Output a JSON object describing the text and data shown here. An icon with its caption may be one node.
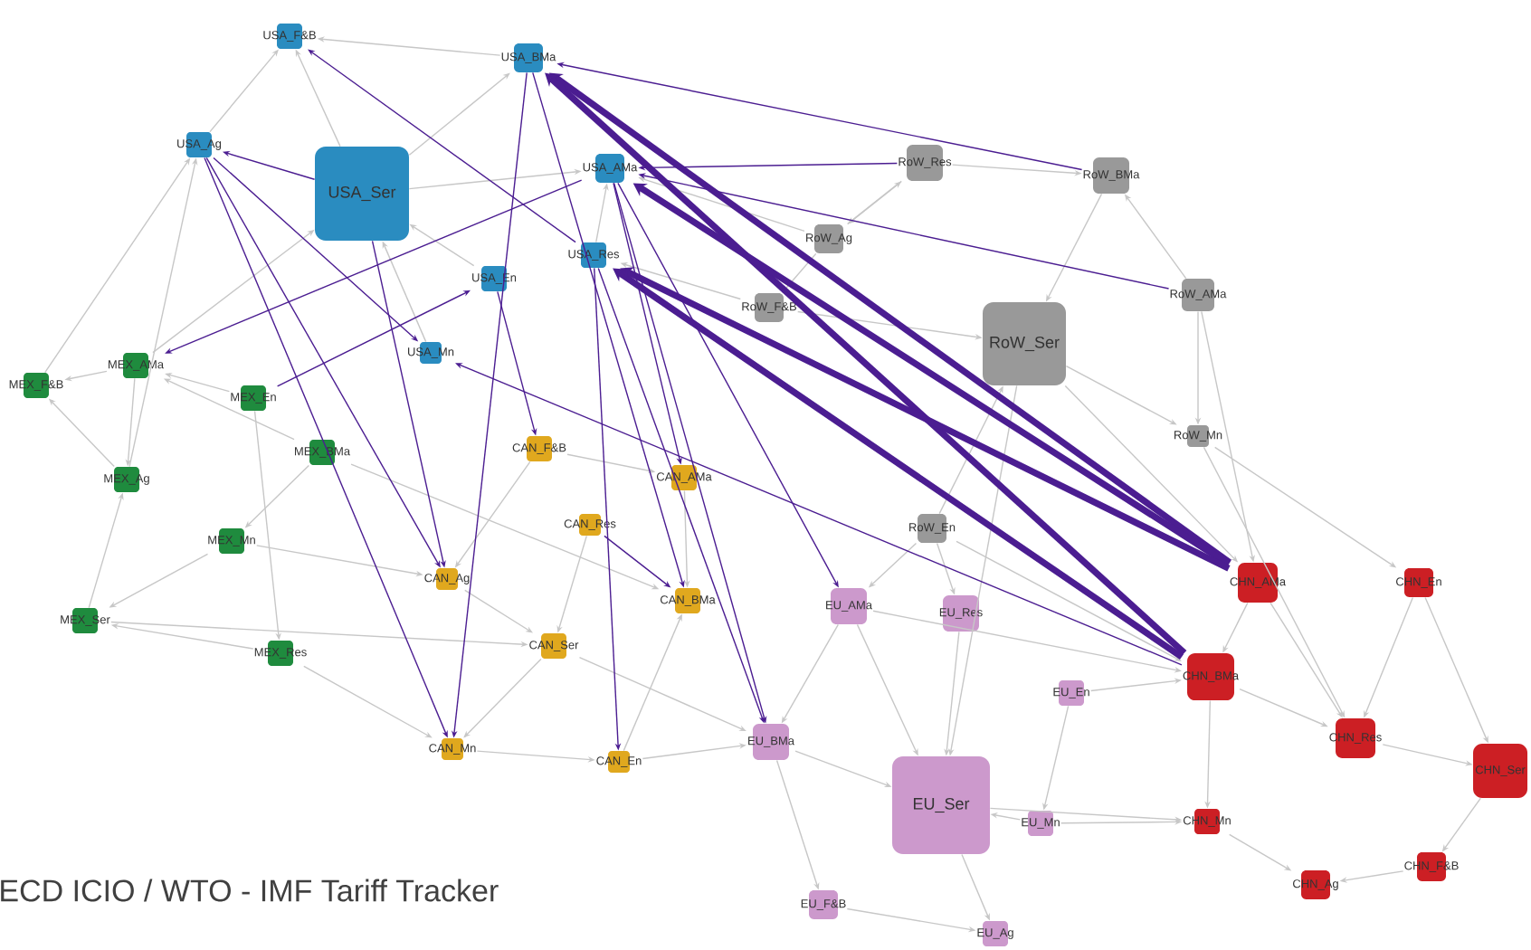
{
  "diagram": {
    "nodes": [
      {
        "text": [
          "USA_F&B"
        ]
      },
      {
        "text": [
          "USA_Ag"
        ]
      },
      {
        "text": [
          "USA_Ser"
        ]
      },
      {
        "text": [
          "USA_BMa"
        ]
      },
      {
        "text": [
          "USA_AMa"
        ]
      },
      {
        "text": [
          "USA_Res"
        ]
      },
      {
        "text": [
          "USA_En"
        ]
      },
      {
        "text": [
          "USA_Mn"
        ]
      },
      {
        "text": [
          "MEX_F&B"
        ]
      },
      {
        "text": [
          "MEX_AMa"
        ]
      },
      {
        "text": [
          "MEX_En"
        ]
      },
      {
        "text": [
          "MEX_BMa"
        ]
      },
      {
        "text": [
          "MEX_Ag"
        ]
      },
      {
        "text": [
          "MEX_Mn"
        ]
      },
      {
        "text": [
          "MEX_Ser"
        ]
      },
      {
        "text": [
          "MEX_Res"
        ]
      },
      {
        "text": [
          "CAN_F&B"
        ]
      },
      {
        "text": [
          "CAN_AMa"
        ]
      },
      {
        "text": [
          "CAN_Res"
        ]
      },
      {
        "text": [
          "CAN_Ag"
        ]
      },
      {
        "text": [
          "CAN_BMa"
        ]
      },
      {
        "text": [
          "CAN_Ser"
        ]
      },
      {
        "text": [
          "CAN_Mn"
        ]
      },
      {
        "text": [
          "CAN_En"
        ]
      },
      {
        "text": [
          "RoW_Res"
        ]
      },
      {
        "text": [
          "RoW_BMa"
        ]
      },
      {
        "text": [
          "RoW_Ag"
        ]
      },
      {
        "text": [
          "RoW_AMa"
        ]
      },
      {
        "text": [
          "RoW_F&B"
        ]
      },
      {
        "text": [
          "RoW_Ser"
        ]
      },
      {
        "text": [
          "RoW_Mn"
        ]
      },
      {
        "text": [
          "RoW_En"
        ]
      },
      {
        "text": [
          "EU_AMa"
        ]
      },
      {
        "text": [
          "EU_Res"
        ]
      },
      {
        "text": [
          "EU_BMa"
        ]
      },
      {
        "text": [
          "EU_En"
        ]
      },
      {
        "text": [
          "EU_Ser"
        ]
      },
      {
        "text": [
          "EU_Mn"
        ]
      },
      {
        "text": [
          "EU_F&B"
        ]
      },
      {
        "text": [
          "EU_Ag"
        ]
      },
      {
        "text": [
          "CHN_AMa"
        ]
      },
      {
        "text": [
          "CHN_En"
        ]
      },
      {
        "text": [
          "CHN_BMa"
        ]
      },
      {
        "text": [
          "CHN_Res"
        ]
      },
      {
        "text": [
          "CHN_Ser"
        ]
      },
      {
        "text": [
          "CHN_Mn"
        ]
      },
      {
        "text": [
          "CHN_F&B"
        ]
      },
      {
        "text": [
          "CHN_Ag"
        ]
      }
    ],
    "edges": [
      {
        "from": 2,
        "to": 0,
        "arrow": "to"
      },
      {
        "from": 2,
        "to": 3,
        "arrow": "to"
      },
      {
        "from": 2,
        "to": 4,
        "arrow": "to"
      },
      {
        "from": 3,
        "to": 0,
        "arrow": "to"
      },
      {
        "from": 1,
        "to": 0,
        "arrow": "to"
      },
      {
        "from": 5,
        "to": 4,
        "arrow": "to"
      },
      {
        "from": 6,
        "to": 2,
        "arrow": "to"
      },
      {
        "from": 7,
        "to": 2,
        "arrow": "to"
      },
      {
        "from": 9,
        "to": 8,
        "arrow": "to"
      },
      {
        "from": 10,
        "to": 9,
        "arrow": "to"
      },
      {
        "from": 11,
        "to": 9,
        "arrow": "to"
      },
      {
        "from": 12,
        "to": 8,
        "arrow": "to"
      },
      {
        "from": 13,
        "to": 14,
        "arrow": "to"
      },
      {
        "from": 15,
        "to": 14,
        "arrow": "to"
      },
      {
        "from": 14,
        "to": 12,
        "arrow": "to"
      },
      {
        "from": 11,
        "to": 13,
        "arrow": "to"
      },
      {
        "from": 10,
        "to": 15,
        "arrow": "to"
      },
      {
        "from": 9,
        "to": 12,
        "arrow": "to"
      },
      {
        "from": 16,
        "to": 17,
        "arrow": "to"
      },
      {
        "from": 18,
        "to": 21,
        "arrow": "to"
      },
      {
        "from": 19,
        "to": 21,
        "arrow": "to"
      },
      {
        "from": 21,
        "to": 22,
        "arrow": "to"
      },
      {
        "from": 23,
        "to": 20,
        "arrow": "to"
      },
      {
        "from": 17,
        "to": 20,
        "arrow": "to"
      },
      {
        "from": 16,
        "to": 19,
        "arrow": "to"
      },
      {
        "from": 22,
        "to": 23,
        "arrow": "to"
      },
      {
        "from": 24,
        "to": 25,
        "arrow": "to"
      },
      {
        "from": 26,
        "to": 24,
        "arrow": "to"
      },
      {
        "from": 27,
        "to": 25,
        "arrow": "to"
      },
      {
        "from": 28,
        "to": 29,
        "arrow": "to"
      },
      {
        "from": 29,
        "to": 30,
        "arrow": "to"
      },
      {
        "from": 31,
        "to": 29,
        "arrow": "to"
      },
      {
        "from": 27,
        "to": 30,
        "arrow": "to"
      },
      {
        "from": 26,
        "to": 28,
        "arrow": "to"
      },
      {
        "from": 25,
        "to": 29,
        "arrow": "to"
      },
      {
        "from": 32,
        "to": 36,
        "arrow": "to"
      },
      {
        "from": 33,
        "to": 36,
        "arrow": "to"
      },
      {
        "from": 34,
        "to": 38,
        "arrow": "to"
      },
      {
        "from": 35,
        "to": 37,
        "arrow": "to"
      },
      {
        "from": 36,
        "to": 39,
        "arrow": "to"
      },
      {
        "from": 38,
        "to": 39,
        "arrow": "to"
      },
      {
        "from": 34,
        "to": 36,
        "arrow": "to"
      },
      {
        "from": 32,
        "to": 34,
        "arrow": "to"
      },
      {
        "from": 37,
        "to": 36,
        "arrow": "to"
      },
      {
        "from": 40,
        "to": 42,
        "arrow": "to"
      },
      {
        "from": 41,
        "to": 44,
        "arrow": "to"
      },
      {
        "from": 42,
        "to": 45,
        "arrow": "to"
      },
      {
        "from": 43,
        "to": 44,
        "arrow": "to"
      },
      {
        "from": 45,
        "to": 47,
        "arrow": "to"
      },
      {
        "from": 46,
        "to": 47,
        "arrow": "to"
      },
      {
        "from": 44,
        "to": 46,
        "arrow": "to"
      },
      {
        "from": 40,
        "to": 43,
        "arrow": "to"
      },
      {
        "from": 42,
        "to": 43,
        "arrow": "to"
      },
      {
        "from": 41,
        "to": 43,
        "arrow": "to"
      },
      {
        "from": 29,
        "to": 36,
        "arrow": "to"
      },
      {
        "from": 31,
        "to": 32,
        "arrow": "to"
      },
      {
        "from": 31,
        "to": 33,
        "arrow": "to"
      },
      {
        "from": 30,
        "to": 43,
        "arrow": "to"
      },
      {
        "from": 31,
        "to": 42,
        "arrow": "to"
      },
      {
        "from": 14,
        "to": 21,
        "arrow": "to"
      },
      {
        "from": 15,
        "to": 22,
        "arrow": "to"
      },
      {
        "from": 13,
        "to": 19,
        "arrow": "to"
      },
      {
        "from": 21,
        "to": 34,
        "arrow": "to"
      },
      {
        "from": 23,
        "to": 34,
        "arrow": "to"
      },
      {
        "from": 36,
        "to": 45,
        "arrow": "to"
      },
      {
        "from": 37,
        "to": 45,
        "arrow": "to"
      },
      {
        "from": 35,
        "to": 42,
        "arrow": "to"
      },
      {
        "from": 29,
        "to": 40,
        "arrow": "to"
      },
      {
        "from": 30,
        "to": 41,
        "arrow": "to"
      },
      {
        "from": 27,
        "to": 40,
        "arrow": "to"
      },
      {
        "from": 24,
        "to": 26,
        "arrow": "to"
      },
      {
        "from": 11,
        "to": 20,
        "arrow": "to"
      },
      {
        "from": 9,
        "to": 2,
        "arrow": "to"
      },
      {
        "from": 12,
        "to": 1,
        "arrow": "to"
      },
      {
        "from": 8,
        "to": 1,
        "arrow": "to"
      },
      {
        "from": 28,
        "to": 5,
        "arrow": "to"
      },
      {
        "from": 26,
        "to": 4,
        "arrow": "to"
      },
      {
        "from": 32,
        "to": 42,
        "arrow": "to"
      },
      {
        "from": 25,
        "to": 3,
        "arrow": "to",
        "color": "#4b1d91"
      },
      {
        "from": 24,
        "to": 4,
        "arrow": "to",
        "color": "#4b1d91"
      },
      {
        "from": 27,
        "to": 4,
        "arrow": "to",
        "color": "#4b1d91"
      },
      {
        "from": 40,
        "to": 3,
        "arrow": "to",
        "style": "thick",
        "color": "#4b1d91"
      },
      {
        "from": 42,
        "to": 3,
        "arrow": "to",
        "style": "thick",
        "color": "#4b1d91"
      },
      {
        "from": 40,
        "to": 4,
        "arrow": "to",
        "style": "thick",
        "color": "#4b1d91"
      },
      {
        "from": 42,
        "to": 5,
        "arrow": "to",
        "style": "thick",
        "color": "#4b1d91"
      },
      {
        "from": 40,
        "to": 5,
        "arrow": "to",
        "style": "thick",
        "color": "#4b1d91"
      },
      {
        "from": 2,
        "to": 1,
        "arrow": "to",
        "color": "#4b1d91"
      },
      {
        "from": 5,
        "to": 0,
        "arrow": "to",
        "color": "#4b1d91"
      },
      {
        "from": 4,
        "to": 9,
        "arrow": "to",
        "color": "#4b1d91"
      },
      {
        "from": 10,
        "to": 6,
        "arrow": "to",
        "color": "#4b1d91"
      },
      {
        "from": 1,
        "to": 19,
        "arrow": "to",
        "color": "#4b1d91"
      },
      {
        "from": 1,
        "to": 22,
        "arrow": "to",
        "color": "#4b1d91"
      },
      {
        "from": 3,
        "to": 22,
        "arrow": "to",
        "color": "#4b1d91"
      },
      {
        "from": 3,
        "to": 20,
        "arrow": "to",
        "color": "#4b1d91"
      },
      {
        "from": 4,
        "to": 17,
        "arrow": "to",
        "color": "#4b1d91"
      },
      {
        "from": 5,
        "to": 23,
        "arrow": "to",
        "color": "#4b1d91"
      },
      {
        "from": 4,
        "to": 34,
        "arrow": "to",
        "color": "#4b1d91"
      },
      {
        "from": 4,
        "to": 32,
        "arrow": "to",
        "color": "#4b1d91"
      },
      {
        "from": 2,
        "to": 19,
        "arrow": "to",
        "color": "#4b1d91"
      },
      {
        "from": 1,
        "to": 7,
        "arrow": "to",
        "color": "#4b1d91"
      },
      {
        "from": 42,
        "to": 7,
        "arrow": "to",
        "color": "#4b1d91"
      },
      {
        "from": 18,
        "to": 20,
        "arrow": "to",
        "color": "#4b1d91"
      },
      {
        "from": 5,
        "to": 34,
        "arrow": "to",
        "color": "#4b1d91"
      },
      {
        "from": 6,
        "to": 16,
        "arrow": "to",
        "color": "#4b1d91"
      }
    ],
    "labels": [
      "ECD ICIO / WTO - IMF Tariff Tracker"
    ]
  }
}
